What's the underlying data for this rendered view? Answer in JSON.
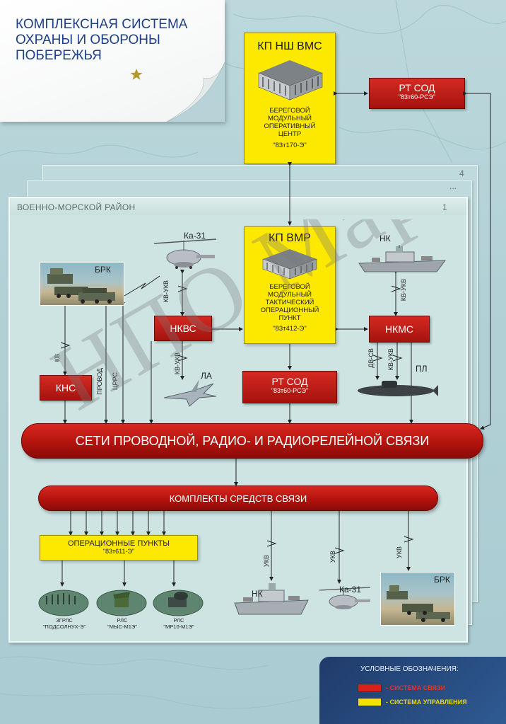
{
  "title_lines": [
    "КОМПЛЕКСНАЯ СИСТЕМА",
    "ОХРАНЫ И ОБОРОНЫ",
    "ПОБЕРЕЖЬЯ"
  ],
  "kp_nsh": {
    "title": "КП НШ ВМС",
    "desc_lines": [
      "БЕРЕГОВОЙ",
      "МОДУЛЬНЫЙ",
      "ОПЕРАТИВНЫЙ",
      "ЦЕНТР"
    ],
    "code": "\"83т170-Э\""
  },
  "rt_sod_top": {
    "title": "РТ СОД",
    "code": "\"83т60-РСЭ\""
  },
  "sheet_numbers": {
    "back": "4",
    "middle": "...",
    "front": "1"
  },
  "region_title": "ВОЕННО-МОРСКОЙ РАЙОН",
  "kp_vmr": {
    "title": "КП ВМР",
    "desc_lines": [
      "БЕРЕГОВОЙ",
      "МОДУЛЬНЫЙ",
      "ТАКТИЧЕСКИЙ",
      "ОПЕРАЦИОННЫЙ",
      "ПУНКТ"
    ],
    "code": "\"83т412-Э\""
  },
  "rt_sod_mid": {
    "title": "РТ СОД",
    "code": "\"83т60-РСЭ\""
  },
  "nkvs": "НКВС",
  "nkms": "НКМС",
  "kns": "КНС",
  "objects": {
    "brk_top": "БРК",
    "ka31_top": "Ка-31",
    "nk_top": "НК",
    "la": "ЛА",
    "pl": "ПЛ",
    "nk_bottom": "НК",
    "ka31_bottom": "Ка-31",
    "brk_bottom": "БРК"
  },
  "link_labels": {
    "kv_ukv_ka31": "КВ-УКВ",
    "kv_ukv_la": "КВ-УКВ",
    "kv_ukv_nk": "КВ-УКВ",
    "dv_sv": "ДВ-СВ",
    "kv_ukv_pl": "КВ-УКВ",
    "kv": "КВ",
    "provod": "ПРОВОД",
    "tsrrs": "ЦРРС",
    "ukv_1": "УКВ",
    "ukv_2": "УКВ",
    "ukv_3": "УКВ"
  },
  "networks_bar": "СЕТИ  ПРОВОДНОЙ, РАДИО- И РАДИОРЕЛЕЙНОЙ СВЯЗИ",
  "comm_sets_bar": "КОМПЛЕКТЫ СРЕДСТВ СВЯЗИ",
  "op_points": {
    "title": "ОПЕРАЦИОННЫЕ  ПУНКТЫ",
    "code": "\"83т611-Э\""
  },
  "sensors": [
    {
      "type": "ЗГРЛС",
      "name": "\"ПОДСОЛНУХ-Э\""
    },
    {
      "type": "РЛС",
      "name": "\"МЫС-М1Э\""
    },
    {
      "type": "РЛС",
      "name": "\"МР10-М1Э\""
    }
  ],
  "watermark": "НПО Марс",
  "legend": {
    "title": "УСЛОВНЫЕ ОБОЗНАЧЕНИЯ:",
    "items": [
      {
        "label": "- СИСТЕМА  СВЯЗИ",
        "color": "#d8211c"
      },
      {
        "label": "- СИСТЕМА УПРАВЛЕНИЯ",
        "color": "#f2e400"
      }
    ]
  },
  "colors": {
    "red": "#c01c16",
    "yellow": "#fde800",
    "title_blue": "#1d3f8a"
  }
}
